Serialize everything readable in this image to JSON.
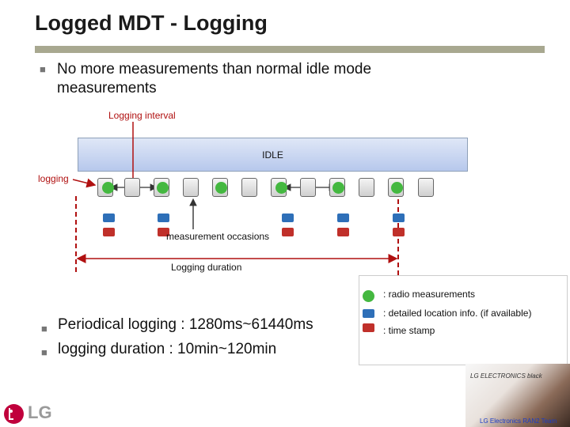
{
  "slide": {
    "title": "Logged MDT - Logging",
    "bullet_glyph": "",
    "bullets_top": [
      "No more measurements than normal idle mode measurements"
    ],
    "bullets_bottom": [
      "Periodical logging : 1280ms~61440ms",
      "logging duration : 10min~120min"
    ]
  },
  "diagram": {
    "logging_interval_label": "Logging interval",
    "idle_label": "IDLE",
    "logging_label": "logging",
    "measurement_occasions_label": "measurement occasions",
    "logging_duration_label": "Logging duration",
    "colors": {
      "radio": "#44b840",
      "location": "#2e6fb8",
      "timestamp": "#c0302a",
      "annotation": "#b01010"
    }
  },
  "legend": {
    "items": [
      {
        "icon": "green-circle-icon",
        "text": ": radio  measurements"
      },
      {
        "icon": "blue-square-icon",
        "text": ": detailed location info. (if available)"
      },
      {
        "icon": "red-square-icon",
        "text": ": time stamp"
      }
    ]
  },
  "footer": {
    "logo_text": "LG",
    "photo_brand": "LG ELECTRONICS black",
    "photo_caption": "LG Electronics RAN2 Team"
  }
}
